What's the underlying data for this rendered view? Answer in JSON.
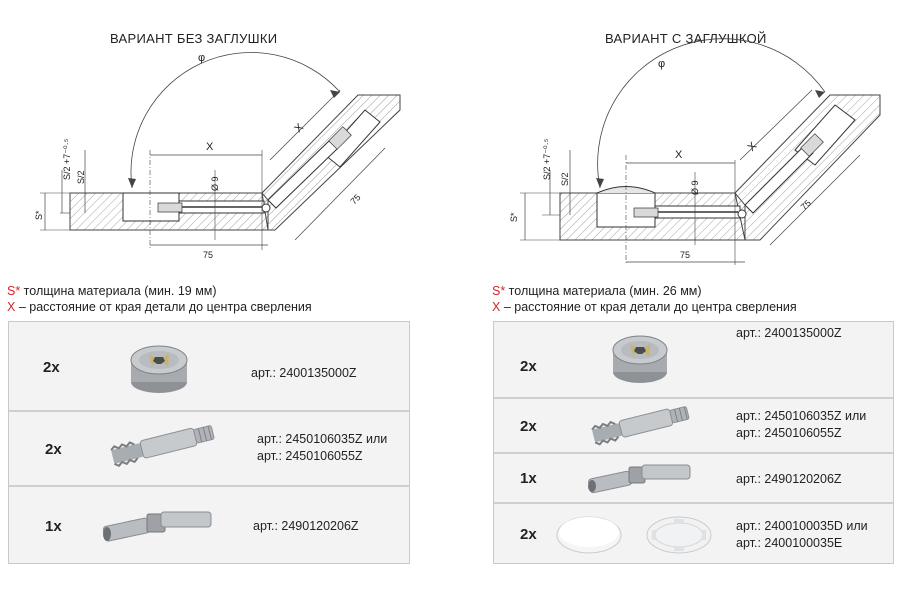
{
  "left": {
    "title": "ВАРИАНТ БЕЗ ЗАГЛУШКИ",
    "legend_s_mark": "S*",
    "legend_s_text": " толщина материала  (мин. 19 мм)",
    "legend_x_mark": "X",
    "legend_x_text": " – расстояние от края детали до центра сверления",
    "diagram": {
      "phi": "φ",
      "x_horizontal": "X",
      "x_angled": "X",
      "d9": "Ø 9",
      "len_75_bottom": "75",
      "len_75_angled": "75",
      "s_half_plus": "S/2 +7⁻⁰·⁵",
      "s_half": "S/2",
      "s_star": "S*"
    },
    "rows": [
      {
        "qty": "2x",
        "art": [
          "арт.: 2400135000Z"
        ],
        "item": "cam-housing"
      },
      {
        "qty": "2x",
        "art": [
          "арт.: 2450106035Z или",
          "арт.: 2450106055Z"
        ],
        "item": "dowel-pin"
      },
      {
        "qty": "1x",
        "art": [
          "арт.: 2490120206Z"
        ],
        "item": "hinged-connector"
      }
    ]
  },
  "right": {
    "title": "ВАРИАНТ С ЗАГЛУШКОЙ",
    "legend_s_mark": "S*",
    "legend_s_text": " толщина материала  (мин. 26 мм)",
    "legend_x_mark": "X",
    "legend_x_text": " – расстояние от края детали до центра сверления",
    "diagram": {
      "phi": "φ",
      "x_horizontal": "X",
      "x_angled": "X",
      "d9": "Ø 9",
      "len_75_bottom": "75",
      "len_75_angled": "75",
      "s_half_plus": "S/2 +7⁻⁰·⁵",
      "s_half": "S/2",
      "s_star": "S*"
    },
    "rows": [
      {
        "qty": "2x",
        "art": [
          "арт.: 2400135000Z"
        ],
        "item": "cam-housing"
      },
      {
        "qty": "2x",
        "art": [
          "арт.: 2450106035Z или",
          "арт.: 2450106055Z"
        ],
        "item": "dowel-pin"
      },
      {
        "qty": "1x",
        "art": [
          "арт.: 2490120206Z"
        ],
        "item": "hinged-connector"
      },
      {
        "qty": "2x",
        "art": [
          "арт.: 2400100035D или",
          "арт.: 2400100035E"
        ],
        "item": "cover-caps"
      }
    ]
  },
  "colors": {
    "accent": "#d8232a",
    "panel": "#f3f3f3",
    "hatch": "#8a8a8a"
  }
}
